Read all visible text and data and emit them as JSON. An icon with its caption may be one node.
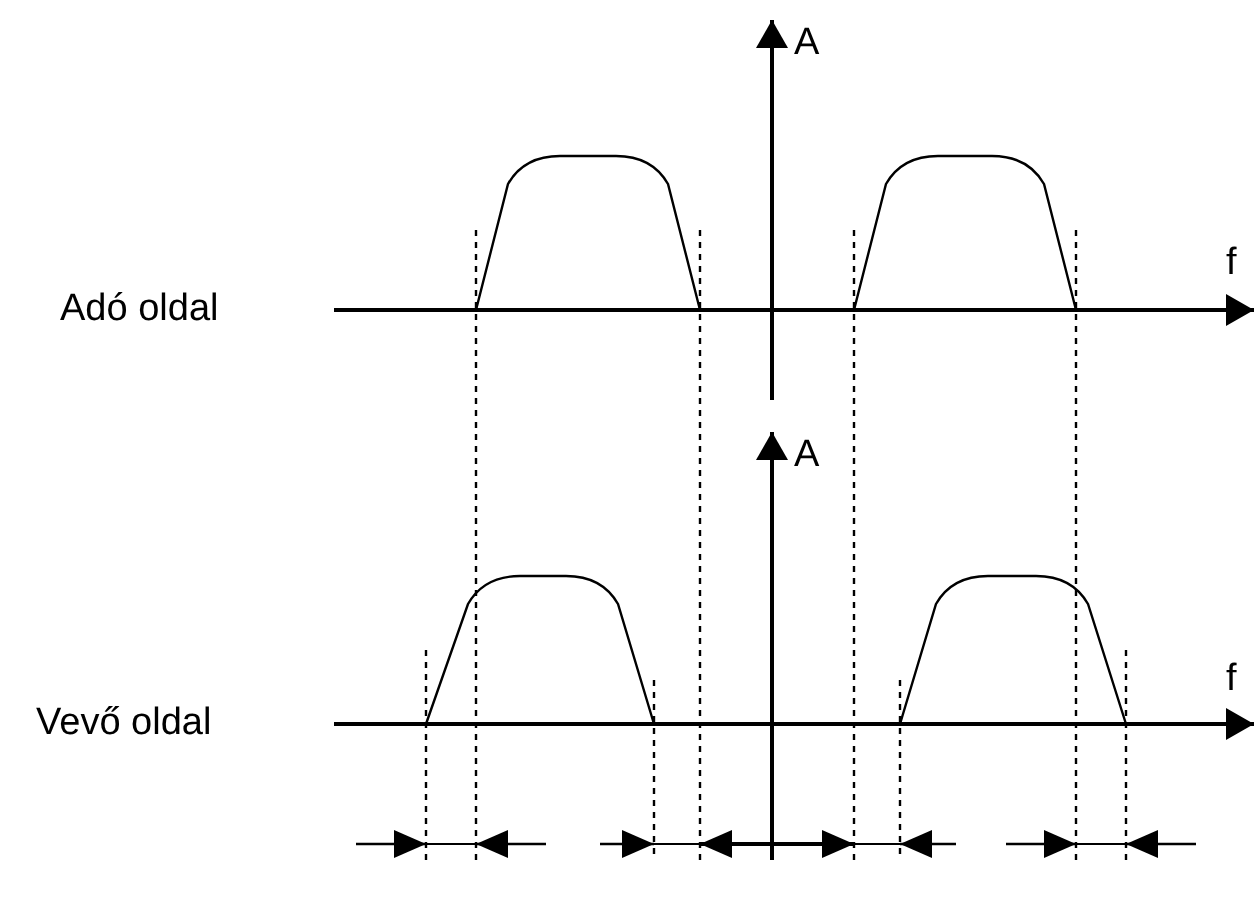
{
  "diagram": {
    "labels": [
      "A",
      "f",
      "Adó oldal",
      "A",
      "f",
      "Vevő oldal"
    ]
  }
}
